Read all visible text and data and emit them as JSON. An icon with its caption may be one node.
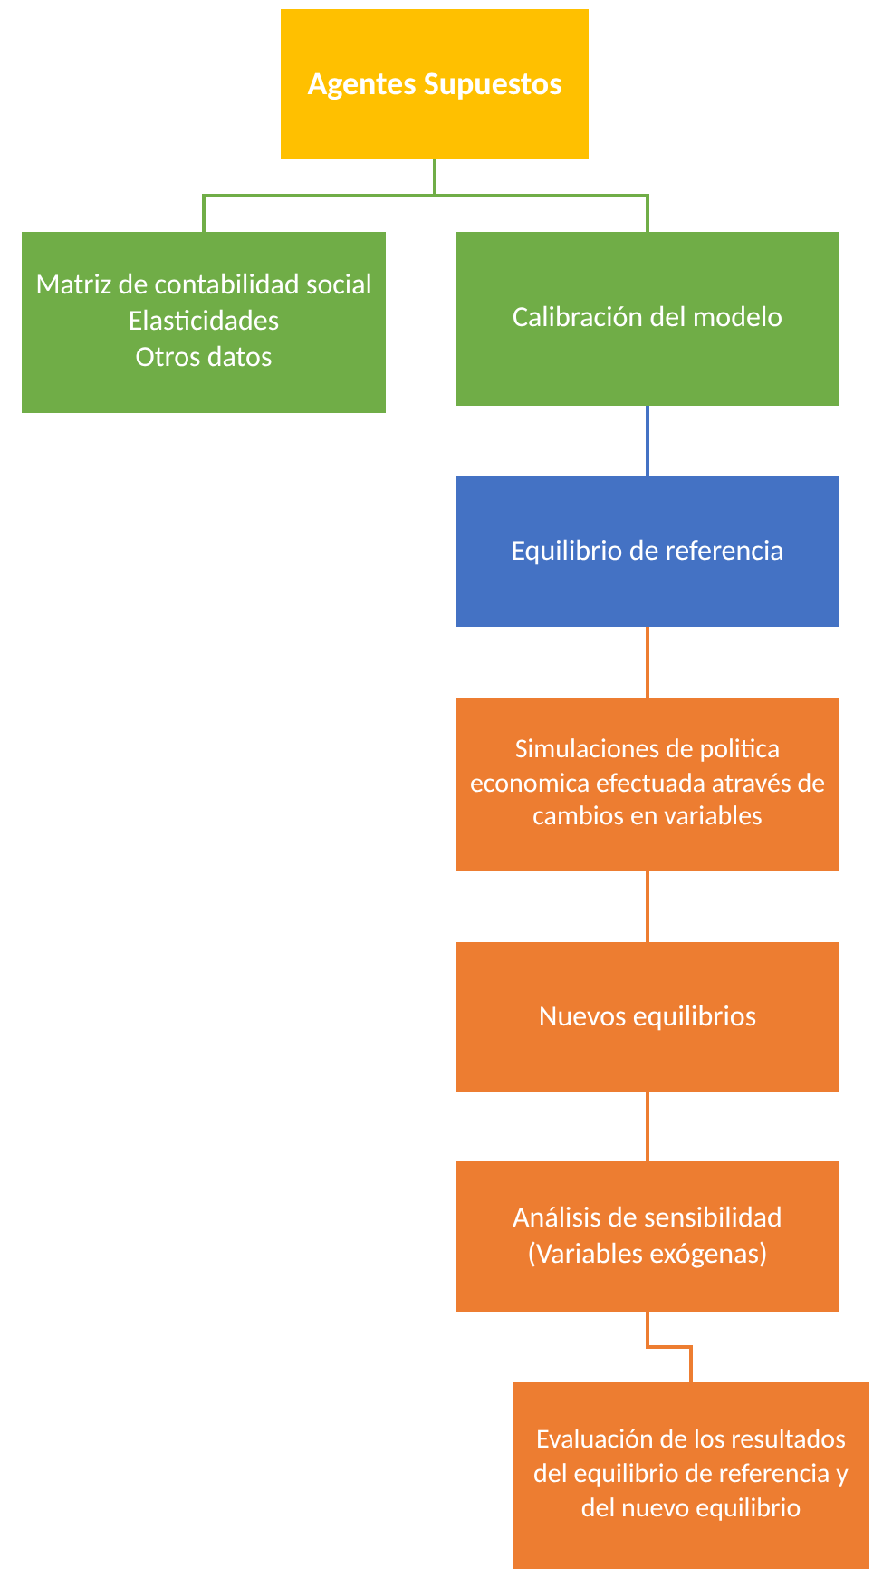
{
  "diagram": {
    "nodes": [
      {
        "text": [
          "Agentes Supuestos"
        ]
      },
      {
        "text": [
          "Matriz de contabilidad social",
          "Elasticidades",
          "Otros datos"
        ]
      },
      {
        "text": [
          "Calibración del modelo"
        ]
      },
      {
        "text": [
          "Equilibrio de referencia"
        ]
      },
      {
        "text": [
          "Simulaciones de politica economica efectuada através de cambios en variables"
        ]
      },
      {
        "text": [
          "Nuevos equilibrios"
        ]
      },
      {
        "text": [
          "Análisis de sensibilidad (Variables exógenas)"
        ]
      },
      {
        "text": [
          "Evaluación de los resultados del equilibrio de referencia y del nuevo equilibrio"
        ]
      }
    ],
    "edges": [
      {
        "from": 0,
        "to": 1,
        "arrow": "none",
        "color": "#70ad47"
      },
      {
        "from": 0,
        "to": 2,
        "arrow": "none",
        "color": "#70ad47"
      },
      {
        "from": 2,
        "to": 3,
        "arrow": "none",
        "color": "#4472c4"
      },
      {
        "from": 3,
        "to": 4,
        "arrow": "none"
      },
      {
        "from": 4,
        "to": 5,
        "arrow": "none"
      },
      {
        "from": 5,
        "to": 6,
        "arrow": "none"
      },
      {
        "from": 6,
        "to": 7,
        "arrow": "none"
      }
    ]
  }
}
